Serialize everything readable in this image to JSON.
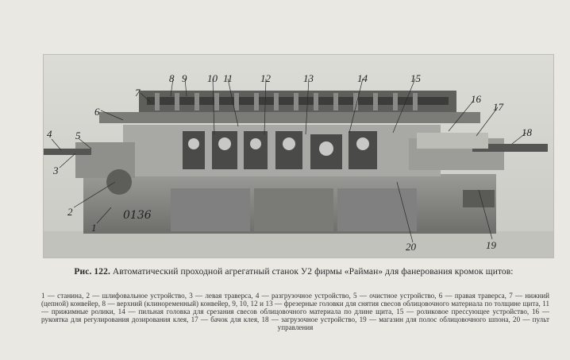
{
  "figure": {
    "caption_prefix": "Рис. 122.",
    "caption_text": "Автоматический проходной агрегатный станок У2 фирмы «Райман» для фанерования кромок щитов:",
    "legend_text": "1 — станина, 2 — шлифовальное устройство, 3 — левая траверса, 4 — разгрузочное устройство, 5 — очистное устройство, 6 — правая траверса, 7 — нижний (цепной) конвейер, 8 — верхний (клиноременный) конвейер, 9, 10, 12 и 13 — фрезерные головки для снятия свесов облицовочного материала по толщине щита, 11 — прижимные ролики, 14 — пильная головка для срезания свесов облицовочного материала по длине щита, 15 — роликовое прессующее устройство, 16 — рукоятка для регулирования дозирования клея, 17 — бачок для клея, 18 — загрузочное устройство, 19 — магазин для полос облицовочного шпона, 20 — пульт управления"
  },
  "photo": {
    "machine_marking": "0136",
    "callouts": [
      {
        "id": "c1",
        "text": "1"
      },
      {
        "id": "c2",
        "text": "2"
      },
      {
        "id": "c3",
        "text": "3"
      },
      {
        "id": "c4",
        "text": "4"
      },
      {
        "id": "c5",
        "text": "5"
      },
      {
        "id": "c6",
        "text": "6"
      },
      {
        "id": "c7",
        "text": "7"
      },
      {
        "id": "c8",
        "text": "8"
      },
      {
        "id": "c9",
        "text": "9"
      },
      {
        "id": "c10",
        "text": "10"
      },
      {
        "id": "c11",
        "text": "11"
      },
      {
        "id": "c12",
        "text": "12"
      },
      {
        "id": "c13",
        "text": "13"
      },
      {
        "id": "c14",
        "text": "14"
      },
      {
        "id": "c15",
        "text": "15"
      },
      {
        "id": "c16",
        "text": "16"
      },
      {
        "id": "c17",
        "text": "17"
      },
      {
        "id": "c18",
        "text": "18"
      },
      {
        "id": "c19",
        "text": "19"
      },
      {
        "id": "c20",
        "text": "20"
      }
    ]
  }
}
